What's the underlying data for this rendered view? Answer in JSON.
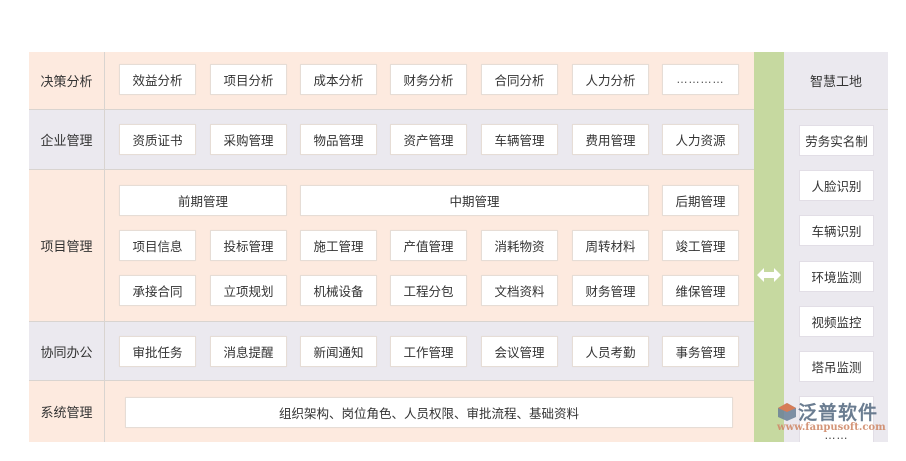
{
  "rows": [
    {
      "label": "决策分析",
      "items": [
        "效益分析",
        "项目分析",
        "成本分析",
        "财务分析",
        "合同分析",
        "人力分析",
        "…………"
      ]
    },
    {
      "label": "企业管理",
      "items": [
        "资质证书",
        "采购管理",
        "物品管理",
        "资产管理",
        "车辆管理",
        "费用管理",
        "人力资源"
      ]
    },
    {
      "label": "项目管理",
      "phases": [
        "前期管理",
        "中期管理",
        "后期管理"
      ],
      "items_row1": [
        "项目信息",
        "投标管理",
        "施工管理",
        "产值管理",
        "消耗物资",
        "周转材料",
        "竣工管理"
      ],
      "items_row2": [
        "承接合同",
        "立项规划",
        "机械设备",
        "工程分包",
        "文档资料",
        "财务管理",
        "维保管理"
      ]
    },
    {
      "label": "协同办公",
      "items": [
        "审批任务",
        "消息提醒",
        "新闻通知",
        "工作管理",
        "会议管理",
        "人员考勤",
        "事务管理"
      ]
    },
    {
      "label": "系统管理",
      "summary": "组织架构、岗位角色、人员权限、审批流程、基础资料"
    }
  ],
  "connector": {
    "icon": "double-arrow-icon",
    "color": "#c6d9a0"
  },
  "right_panel": {
    "title": "智慧工地",
    "items": [
      "劳务实名制",
      "人脸识别",
      "车辆识别",
      "环境监测",
      "视频监控",
      "塔吊监测"
    ],
    "more": "……"
  },
  "watermark": {
    "brand": "泛普软件",
    "url": "www.fanpusoft.com"
  },
  "colors": {
    "peach_row": "#fdeadf",
    "gray_row": "#ebe9ef",
    "green_bar": "#c6d9a0",
    "border": "#d9d4d0"
  }
}
